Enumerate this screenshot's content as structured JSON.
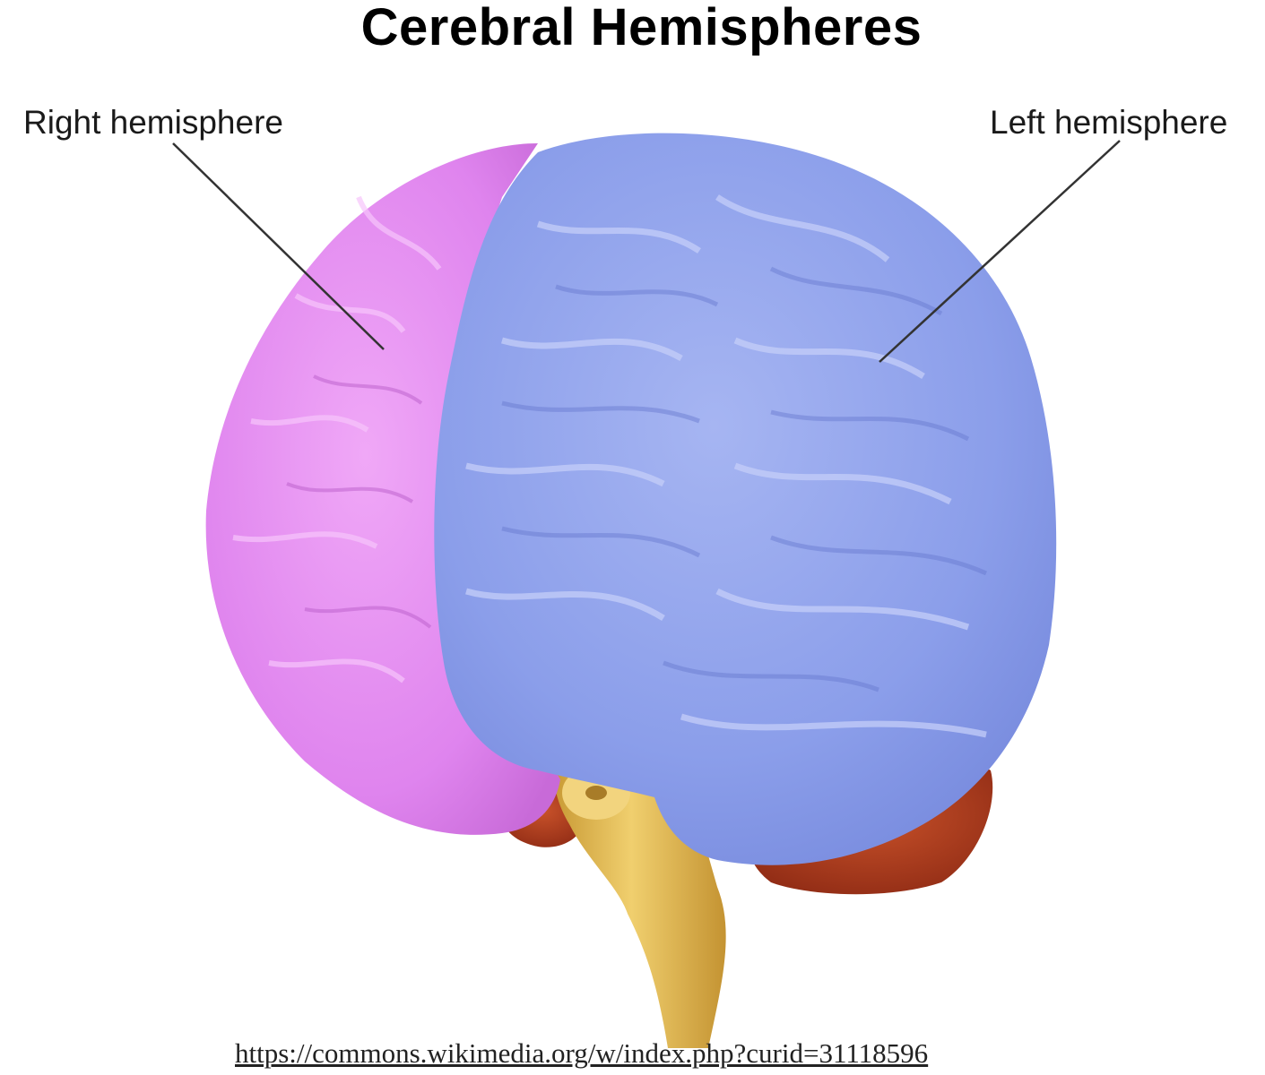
{
  "title": "Cerebral Hemispheres",
  "labels": {
    "right_hemisphere": "Right hemisphere",
    "left_hemisphere": "Left hemisphere"
  },
  "source_link": "https://commons.wikimedia.org/w/index.php?curid=31118596",
  "colors": {
    "right_hemisphere": "#e58cf2",
    "left_hemisphere": "#8fa3ee",
    "brainstem": "#e8c15a",
    "cerebellum": "#b8421f",
    "leader_line": "#333333"
  }
}
